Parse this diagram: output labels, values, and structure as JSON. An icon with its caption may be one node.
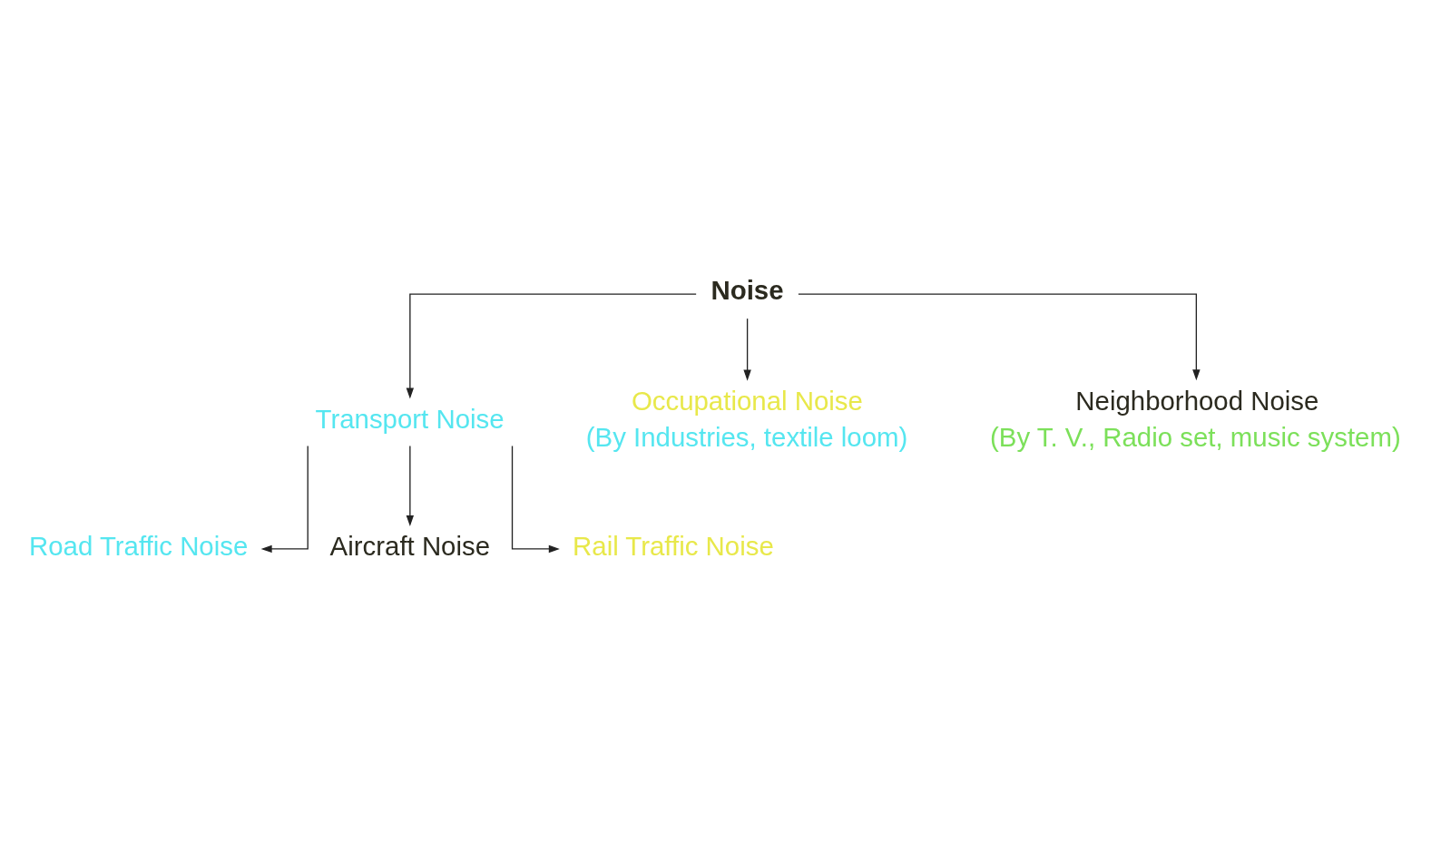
{
  "diagram": {
    "nodes": [
      {
        "text": [
          "Noise"
        ]
      },
      {
        "text": [
          "Transport Noise"
        ]
      },
      {
        "text": [
          "Occupational Noise",
          "(By Industries, textile loom)"
        ]
      },
      {
        "text": [
          "Neighborhood Noise",
          "(By T. V., Radio set, music system)"
        ]
      },
      {
        "text": [
          "Road Traffic Noise"
        ]
      },
      {
        "text": [
          "Aircraft Noise"
        ]
      },
      {
        "text": [
          "Rail Traffic Noise"
        ]
      }
    ],
    "edges": [
      {
        "from": 0,
        "to": 1,
        "arrow": "to"
      },
      {
        "from": 0,
        "to": 2,
        "arrow": "to"
      },
      {
        "from": 0,
        "to": 3,
        "arrow": "to"
      },
      {
        "from": 1,
        "to": 4,
        "arrow": "to"
      },
      {
        "from": 1,
        "to": 5,
        "arrow": "to"
      },
      {
        "from": 1,
        "to": 6,
        "arrow": "to"
      }
    ]
  }
}
